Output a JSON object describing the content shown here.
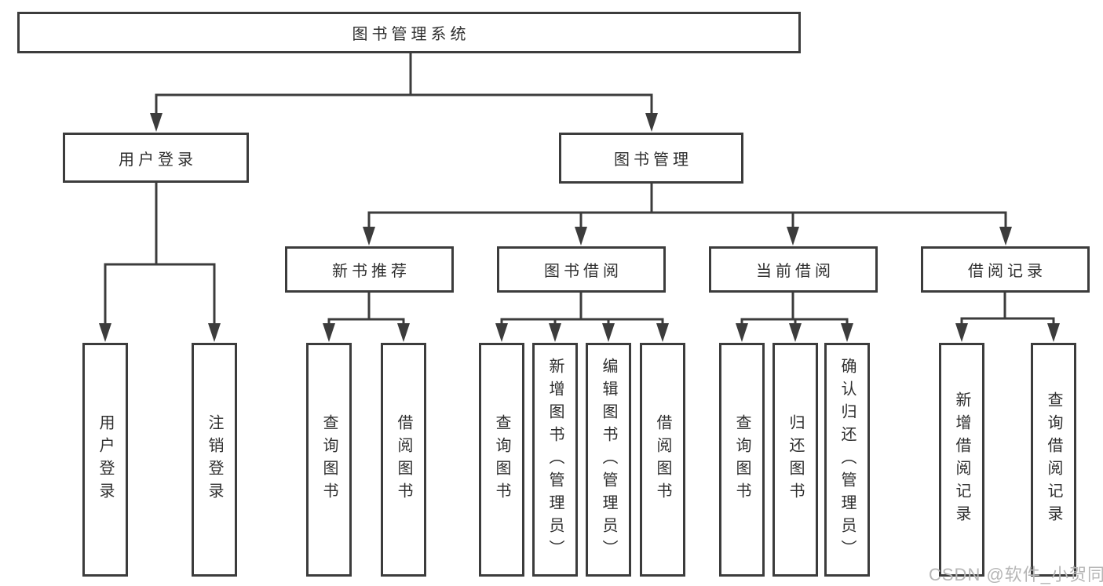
{
  "diagram": {
    "type": "hierarchy-tree",
    "root": "图书管理系统",
    "level2": [
      "用户登录",
      "图书管理"
    ],
    "level3": [
      "新书推荐",
      "图书借阅",
      "当前借阅",
      "借阅记录"
    ],
    "leaves": {
      "user_login": [
        "用户登录",
        "注销登录"
      ],
      "new_books": [
        "查询图书",
        "借阅图书"
      ],
      "book_borrow": [
        "查询图书",
        "新增图书（管理员）",
        "编辑图书（管理员）",
        "借阅图书"
      ],
      "current_borrow": [
        "查询图书",
        "归还图书",
        "确认归还（管理员）"
      ],
      "borrow_records": [
        "新增借阅记录",
        "查询借阅记录"
      ]
    },
    "edges": [
      "图书管理系统 -> 用户登录",
      "图书管理系统 -> 图书管理",
      "用户登录 -> 用户登录",
      "用户登录 -> 注销登录",
      "图书管理 -> 新书推荐",
      "图书管理 -> 图书借阅",
      "图书管理 -> 当前借阅",
      "图书管理 -> 借阅记录",
      "新书推荐 -> 查询图书",
      "新书推荐 -> 借阅图书",
      "图书借阅 -> 查询图书",
      "图书借阅 -> 新增图书（管理员）",
      "图书借阅 -> 编辑图书（管理员）",
      "图书借阅 -> 借阅图书",
      "当前借阅 -> 查询图书",
      "当前借阅 -> 归还图书",
      "当前借阅 -> 确认归还（管理员）",
      "借阅记录 -> 新增借阅记录",
      "借阅记录 -> 查询借阅记录"
    ],
    "colors": {
      "line": "#3c3c3c",
      "border": "#3c3c3c",
      "text": "#2f2f2f",
      "background": "#ffffff",
      "watermark": "#b6b6b6"
    }
  },
  "watermark": "CSDN @软件_小贺同学"
}
